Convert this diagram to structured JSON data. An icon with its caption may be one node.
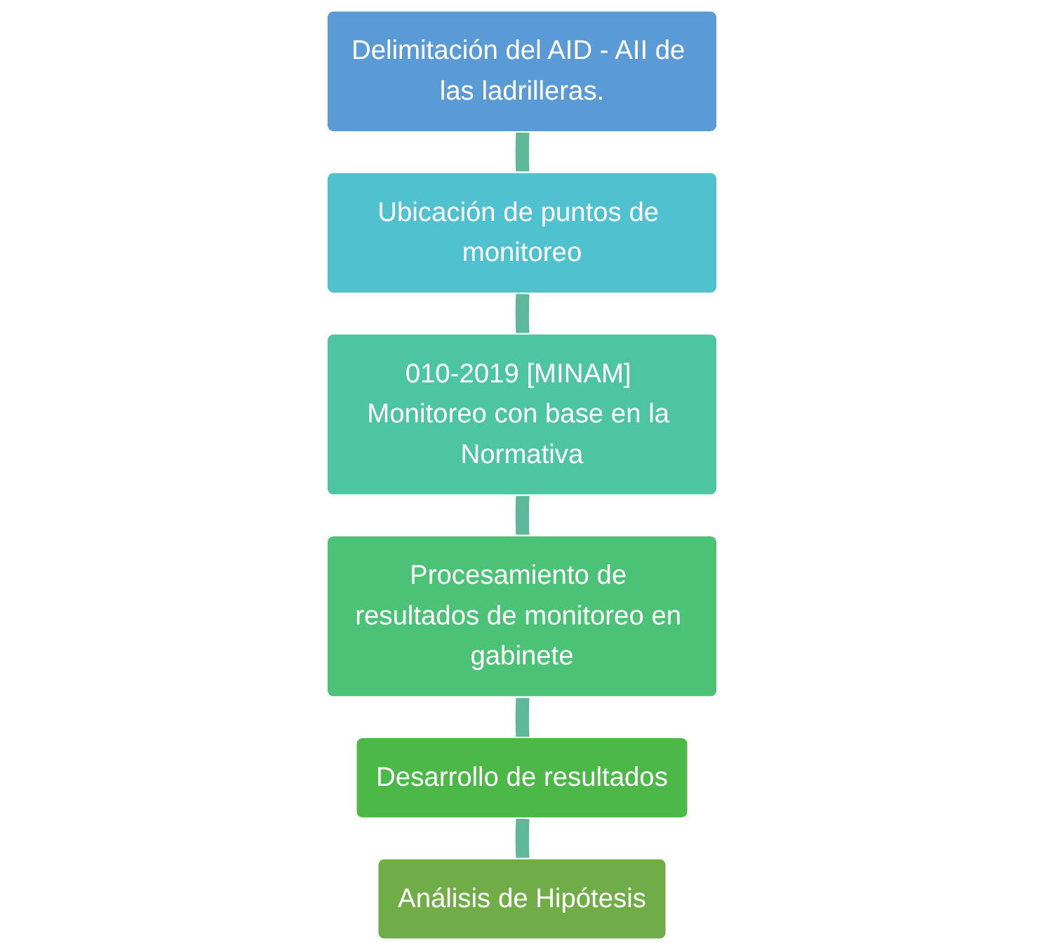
{
  "diagram": {
    "nodes": [
      {
        "text": [
          "Delimitación del AID - AII de las ladrilleras."
        ]
      },
      {
        "text": [
          "Ubicación de puntos de monitoreo"
        ]
      },
      {
        "text": [
          "010-2019 [MINAM] Monitoreo con base en la Normativa"
        ]
      },
      {
        "text": [
          "Procesamiento de resultados de monitoreo en gabinete"
        ]
      },
      {
        "text": [
          "Desarrollo de resultados"
        ]
      },
      {
        "text": [
          "Análisis de Hipótesis"
        ]
      }
    ],
    "edges": [
      {
        "from": 0,
        "to": 1,
        "arrow": "none"
      },
      {
        "from": 1,
        "to": 2,
        "arrow": "none"
      },
      {
        "from": 2,
        "to": 3,
        "arrow": "none"
      },
      {
        "from": 3,
        "to": 4,
        "arrow": "none"
      },
      {
        "from": 4,
        "to": 5,
        "arrow": "none"
      }
    ]
  }
}
